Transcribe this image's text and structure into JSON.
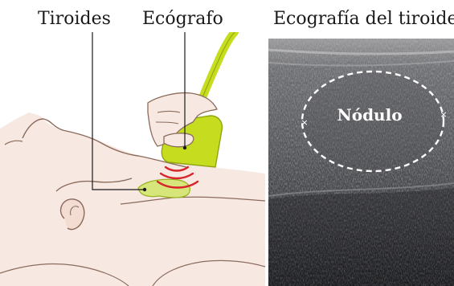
{
  "labels": {
    "thyroid": "Tiroides",
    "ultrasound_probe": "Ecógrafo",
    "panel_title": "Ecografía del tiroides"
  },
  "ultrasound": {
    "nodule_label": "Nódulo",
    "caliper_marker": "×"
  },
  "colors": {
    "probe": "#c6dc1f",
    "thyroid": "#d6e67a",
    "waves": "#d8242a",
    "skin_outline": "#8a6b5c",
    "skin_fill": "#f7e9e2"
  }
}
